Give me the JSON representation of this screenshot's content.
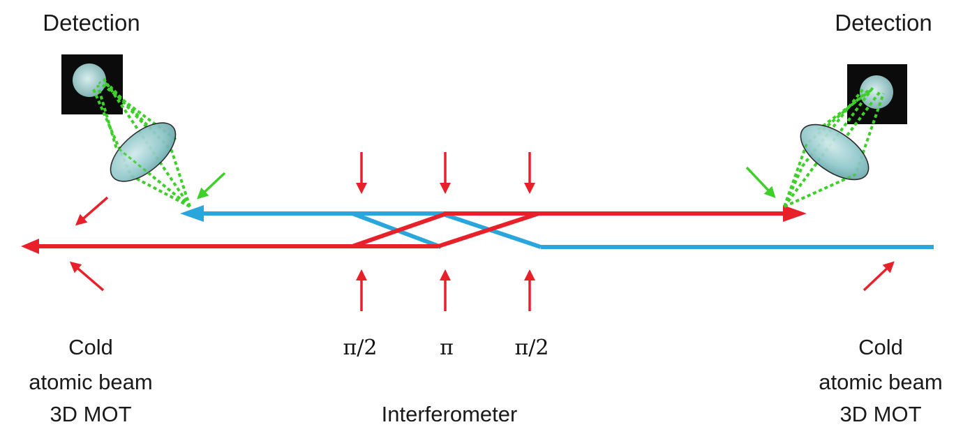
{
  "labels": {
    "detection_left": "Detection",
    "detection_right": "Detection",
    "source_left": [
      "Cold",
      "atomic beam",
      "3D MOT"
    ],
    "source_right": [
      "Cold",
      "atomic beam",
      "3D MOT"
    ],
    "pulses": [
      "π/2",
      "π",
      "π/2"
    ],
    "interferometer": "Interferometer"
  },
  "colors": {
    "red_beam": "#e8202a",
    "blue_beam": "#2aa6dc",
    "green_light": "#3ecf2a",
    "detector": "#0b0b0b",
    "lens": "#8fc7c9"
  }
}
